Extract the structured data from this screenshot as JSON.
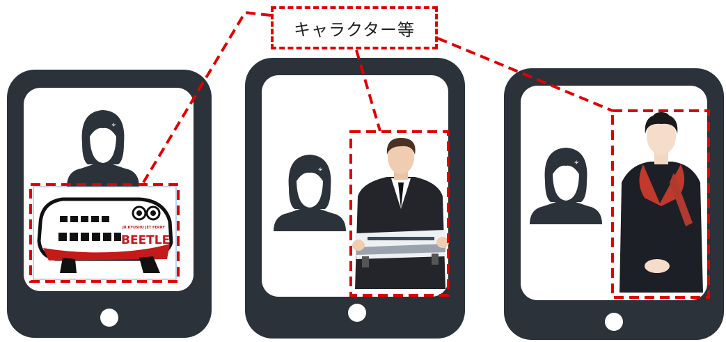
{
  "label": {
    "text": "キャラクター等"
  },
  "logo": {
    "small": "JR KYUSHU JET FERRY",
    "large": "BEETLE"
  },
  "colors": {
    "device": "#2b323a",
    "highlight": "#e10000",
    "logo_red": "#c41a1a",
    "screen": "#ffffff"
  },
  "icons": [
    "tablet-icon",
    "person-avatar-icon",
    "jet-ferry-character-icon",
    "staff-photo-icon"
  ]
}
